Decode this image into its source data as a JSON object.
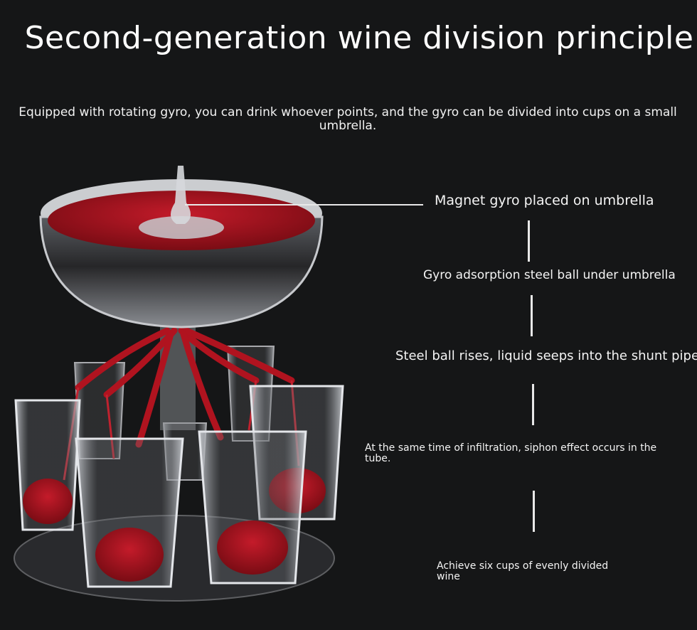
{
  "title": "Second-generation wine division principle",
  "subtitle": "Equipped with rotating gyro, you can drink whoever points, and the gyro can be divided into cups on a small umbrella.",
  "steps": [
    "Magnet gyro placed on umbrella",
    "Gyro adsorption steel ball under umbrella",
    "Steel ball rises, liquid seeps into the shunt pipe",
    "At the same time of infiltration, siphon effect occurs in the tube.",
    "Achieve six cups of evenly divided wine"
  ],
  "colors": {
    "background": "#151617",
    "wine": "#b0131f",
    "text": "#ffffff"
  }
}
